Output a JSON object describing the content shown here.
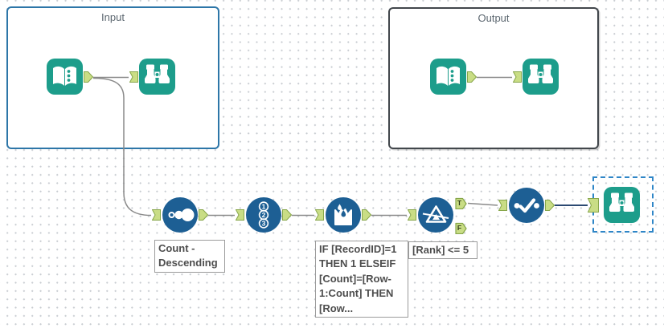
{
  "containers": {
    "input": {
      "label": "Input"
    },
    "output": {
      "label": "Output"
    }
  },
  "annotations": {
    "sort": "Count -\nDescending",
    "multi_row_formula": "IF [RecordID]=1\nTHEN 1 ELSEIF\n[Count]=[Row-\n1:Count] THEN\n[Row...",
    "filter": "[Rank] <= 5"
  },
  "anchor_labels": {
    "true": "T",
    "false": "F"
  },
  "record_id_icon_numbers": [
    "1",
    "2",
    "3"
  ],
  "icons": {
    "input_data": "open-book-icon",
    "browse": "binoculars-icon",
    "sort": "three-dots-ascending-icon",
    "record_id": "numbered-123-icon",
    "multi_row_formula": "bucket-droplets-icon",
    "filter": "funnel-icon",
    "select": "checkmark-icon"
  },
  "colors": {
    "tool_teal": "#1d9d8b",
    "tool_blue": "#1d5f94",
    "anchor_fill": "#c9dd85",
    "anchor_border": "#87a64a",
    "wire": "#8a8a8a",
    "wire_selected": "#0d2f5e",
    "input_container_border": "#2d76a8",
    "output_container_border": "#42474c",
    "selection_dashed_border": "#2f86c7",
    "annotation_text": "#4d4d4d"
  }
}
